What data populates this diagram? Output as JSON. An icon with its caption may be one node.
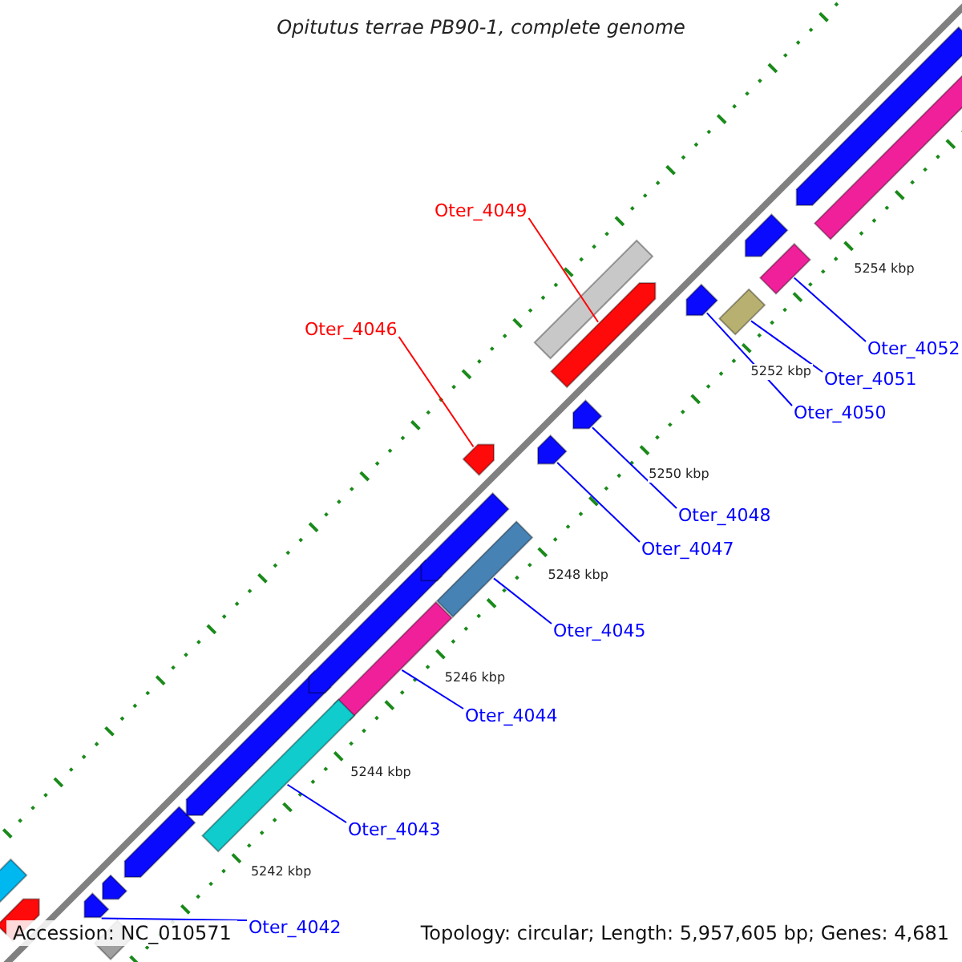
{
  "diagram": {
    "title": "Opitutus terrae PB90-1, complete genome",
    "nodes": [
      {
        "text": [
          "Oter_4049"
        ]
      },
      {
        "text": [
          "Oter_4052"
        ]
      },
      {
        "text": [
          "Oter_4046"
        ]
      },
      {
        "text": [
          "Oter_4051"
        ]
      },
      {
        "text": [
          "Oter_4050"
        ]
      },
      {
        "text": [
          "Oter_4048"
        ]
      },
      {
        "text": [
          "Oter_4047"
        ]
      },
      {
        "text": [
          "Oter_4045"
        ]
      },
      {
        "text": [
          "Oter_4044"
        ]
      },
      {
        "text": [
          "Oter_4043"
        ]
      },
      {
        "text": [
          "Oter_4042"
        ]
      },
      {
        "text": [],
        "shape": "arrow"
      },
      {
        "text": [],
        "shape": "bar"
      },
      {
        "text": [],
        "shape": "arrow"
      },
      {
        "text": [],
        "shape": "bar"
      },
      {
        "text": [],
        "shape": "arrow"
      },
      {
        "text": [],
        "shape": "arrow"
      },
      {
        "text": [],
        "shape": "arrow"
      },
      {
        "text": [],
        "shape": "bar"
      },
      {
        "text": [],
        "shape": "bar"
      },
      {
        "text": [],
        "shape": "bar"
      },
      {
        "text": [],
        "shape": "arrow"
      },
      {
        "text": [],
        "shape": "bar"
      },
      {
        "text": [],
        "shape": "arrow"
      },
      {
        "text": [],
        "shape": "bar"
      },
      {
        "text": [],
        "shape": "bar"
      },
      {
        "text": [],
        "shape": "arrow"
      },
      {
        "text": [],
        "shape": "arrow"
      },
      {
        "text": [],
        "shape": "arrow"
      },
      {
        "text": [],
        "shape": "arrow"
      },
      {
        "text": [],
        "shape": "arrow"
      },
      {
        "text": [],
        "shape": "arrow"
      },
      {
        "text": [],
        "shape": "arrow"
      },
      {
        "text": [],
        "shape": "bar"
      }
    ],
    "edges": [
      {
        "from": 0,
        "to": 11,
        "arrow": "none",
        "color": "#ff0000"
      },
      {
        "from": 1,
        "to": 12,
        "arrow": "none"
      },
      {
        "from": 2,
        "to": 13,
        "arrow": "none",
        "color": "#ff0000"
      },
      {
        "from": 3,
        "to": 14,
        "arrow": "none"
      },
      {
        "from": 4,
        "to": 15,
        "arrow": "none"
      },
      {
        "from": 5,
        "to": 16,
        "arrow": "none"
      },
      {
        "from": 6,
        "to": 17,
        "arrow": "none"
      },
      {
        "from": 7,
        "to": 18,
        "arrow": "none"
      },
      {
        "from": 8,
        "to": 19,
        "arrow": "none"
      },
      {
        "from": 9,
        "to": 20,
        "arrow": "none"
      },
      {
        "from": 10,
        "to": 21,
        "arrow": "none"
      }
    ],
    "labels": [
      "5254 kbp",
      "5252 kbp",
      "5250 kbp",
      "5248 kbp",
      "5246 kbp",
      "5244 kbp",
      "5242 kbp",
      "Accession: NC_010571",
      "Topology: circular; Length: 5,957,605 bp; Genes: 4,681"
    ]
  }
}
